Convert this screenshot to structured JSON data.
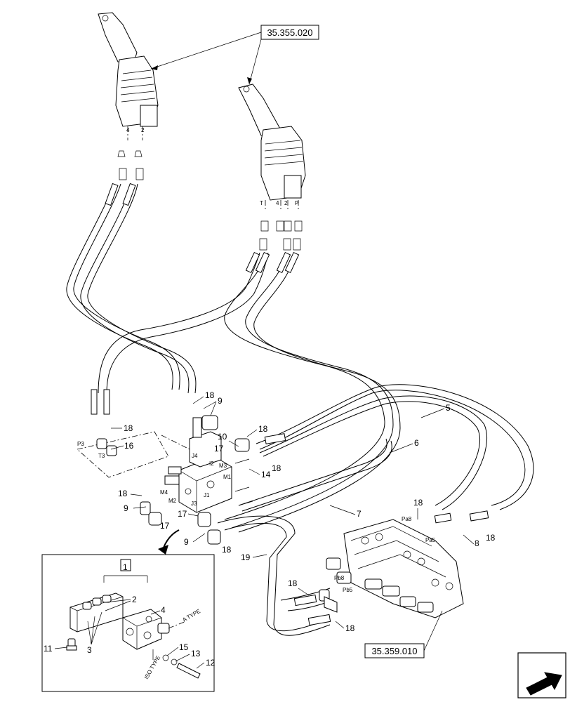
{
  "references": {
    "top": "35.355.020",
    "bottom_right": "35.359.010"
  },
  "callouts": {
    "c1": "1",
    "c2": "2",
    "c3": "3",
    "c4": "4",
    "c5": "5",
    "c6": "6",
    "c7": "7",
    "c8": "8",
    "c9": "9",
    "c10": "10",
    "c11": "11",
    "c12": "12",
    "c13": "13",
    "c14": "14",
    "c15": "15",
    "c16": "16",
    "c17": "17",
    "c18": "18",
    "c19": "19"
  },
  "ports": {
    "P3": "P3",
    "T3": "T3",
    "M1": "M1",
    "M2": "M2",
    "M3": "M3",
    "M4": "M4",
    "J1": "J1",
    "J3": "J3",
    "J4": "J4",
    "I2": "I2",
    "Pa8": "Pa8",
    "Pa5": "Pa5",
    "Pb8": "Pb8",
    "Pb5": "Pb5",
    "T": "T",
    "P": "P",
    "n4": "4",
    "n2": "2"
  },
  "inset_labels": {
    "a_type": "A TYPE",
    "iso_type": "ISO TYPE"
  },
  "icons": {
    "navigation": "arrow-icon"
  }
}
